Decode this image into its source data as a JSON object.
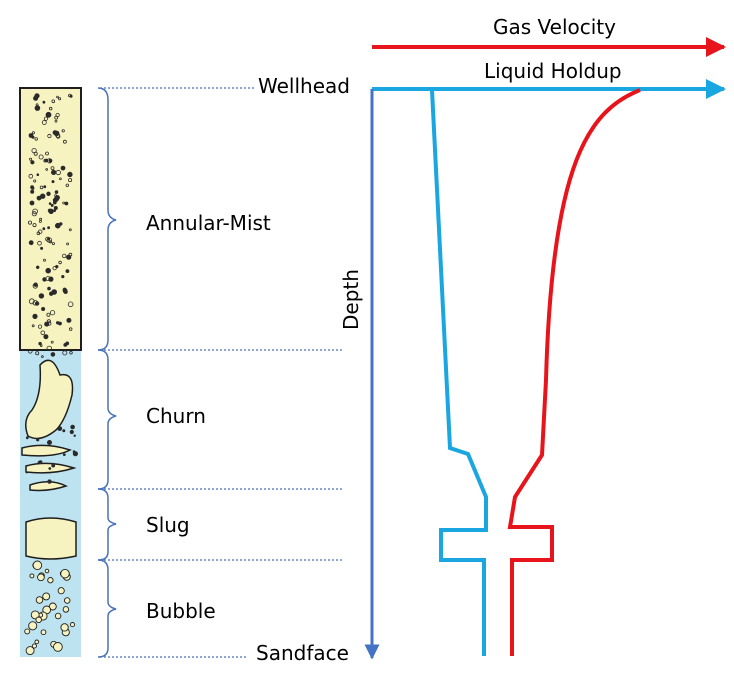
{
  "labels": {
    "gas_velocity": "Gas Velocity",
    "liquid_holdup": "Liquid Holdup",
    "wellhead": "Wellhead",
    "sandface": "Sandface",
    "depth": "Depth"
  },
  "regimes": [
    {
      "name": "Annular-Mist"
    },
    {
      "name": "Churn"
    },
    {
      "name": "Slug"
    },
    {
      "name": "Bubble"
    }
  ],
  "colors": {
    "gas_velocity": "#e8141b",
    "liquid_holdup": "#1aa6e0",
    "depth_axis": "#4472c4",
    "bracket": "#4a72b8",
    "gas_fill": "#f7f3c1",
    "liquid_fill": "#bde3f1",
    "outline": "#1e1e1e"
  }
}
